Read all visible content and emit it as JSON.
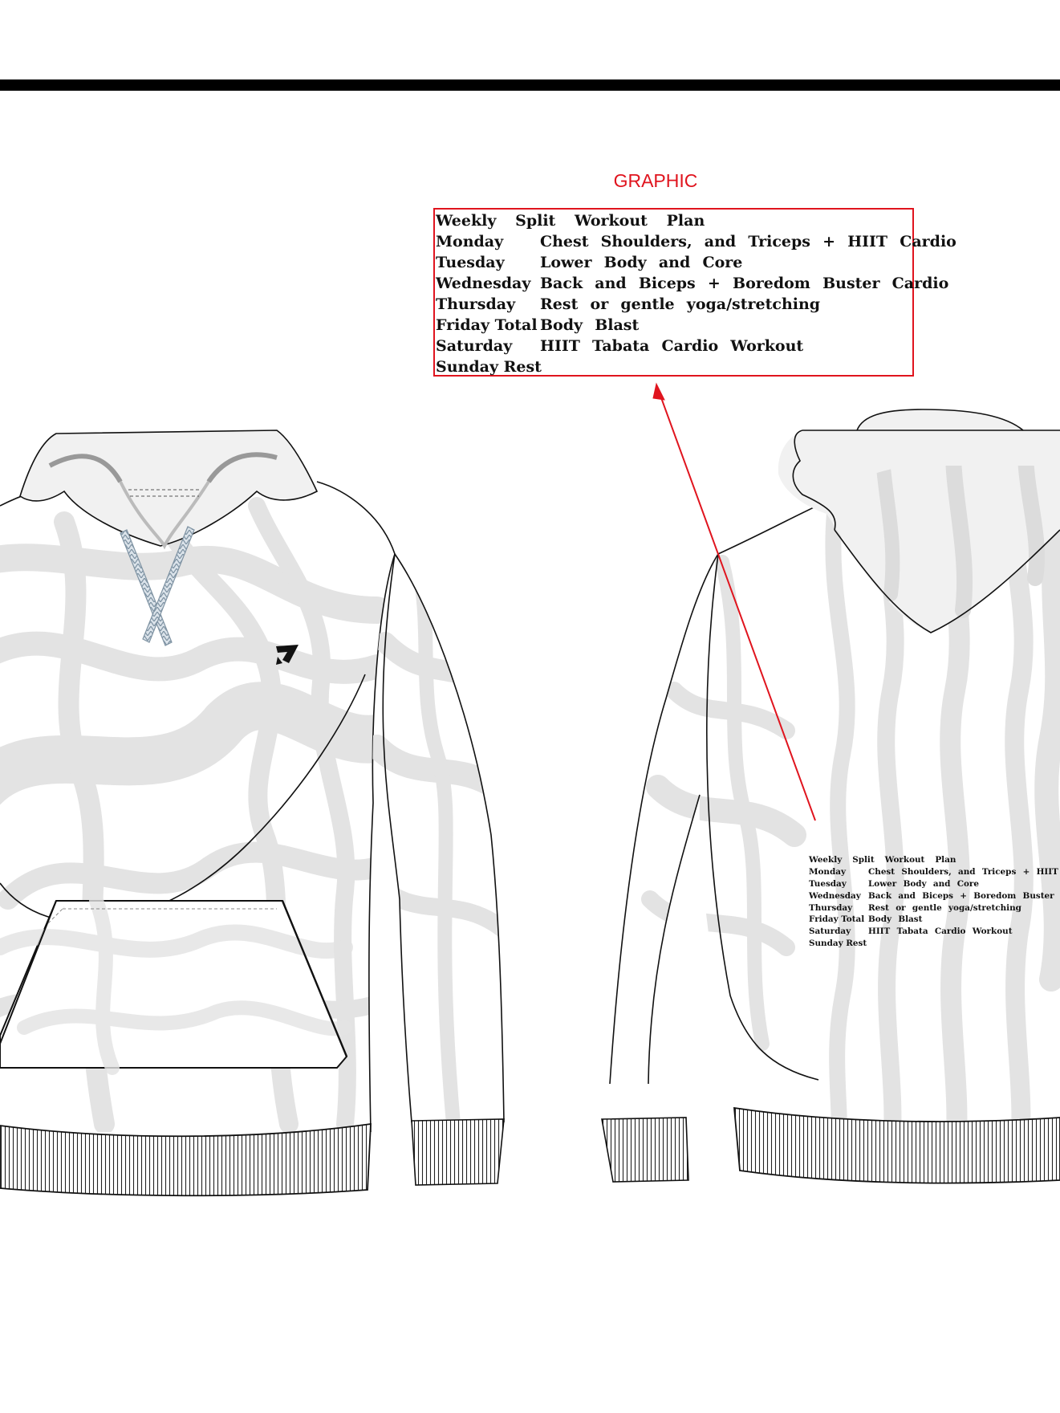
{
  "graphic_label": "GRAPHIC",
  "workout_plan": {
    "title": "Weekly Split Workout Plan",
    "days": [
      {
        "day": "Monday",
        "activity": "Chest Shoulders, and Triceps + HIIT Cardio"
      },
      {
        "day": "Tuesday",
        "activity": "Lower Body and Core"
      },
      {
        "day": "Wednesday",
        "activity": "Back and Biceps + Boredom Buster Cardio"
      },
      {
        "day": "Thursday",
        "activity": "Rest or gentle yoga/stretching"
      },
      {
        "day": "Friday Total",
        "activity": "Body Blast"
      },
      {
        "day": "Saturday",
        "activity": "HIIT Tabata Cardio Workout"
      },
      {
        "day": "Sunday Rest",
        "activity": ""
      }
    ]
  },
  "colors": {
    "annotation": "#e0141e",
    "outline": "#111111",
    "fabric_pattern": "#e3e3e3",
    "drawcord": "#7f93a3"
  },
  "icons": [
    "brand-logo-icon"
  ]
}
